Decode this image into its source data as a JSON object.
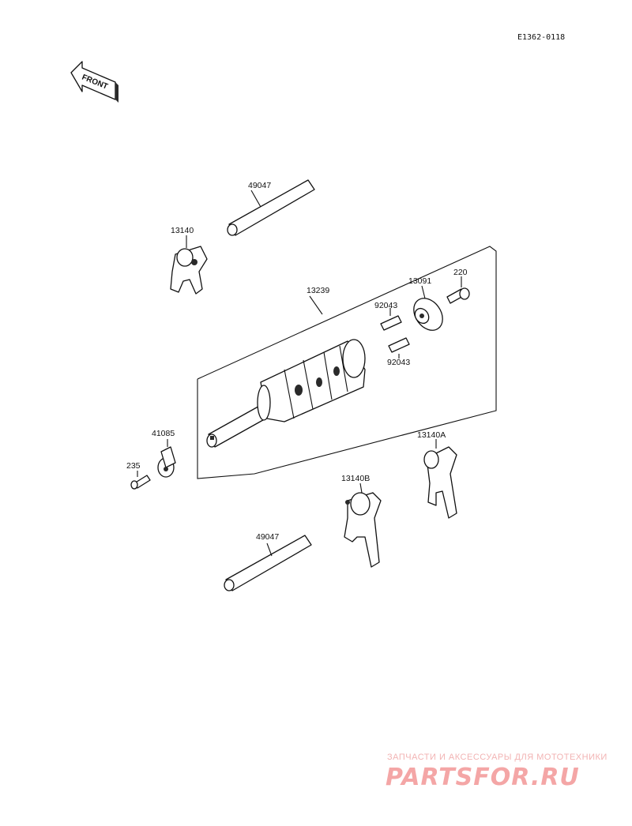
{
  "diagram_code": "E1362-0118",
  "front_label": "FRONT",
  "parts": {
    "shift_rod_upper": "49047",
    "shift_fork_upper": "13140",
    "shift_drum": "13239",
    "plate": "13091",
    "bolt_220": "220",
    "pin_upper": "92043",
    "pin_lower": "92043",
    "cam_holder": "41085",
    "bolt_235": "235",
    "shift_fork_a": "13140A",
    "shift_fork_b": "13140B",
    "shift_rod_lower": "49047"
  },
  "watermark": {
    "tagline": "ЗАПЧАСТИ И АКСЕССУАРЫ ДЛЯ МОТОТЕХНИКИ",
    "brand": "PARTSFOR.RU"
  }
}
